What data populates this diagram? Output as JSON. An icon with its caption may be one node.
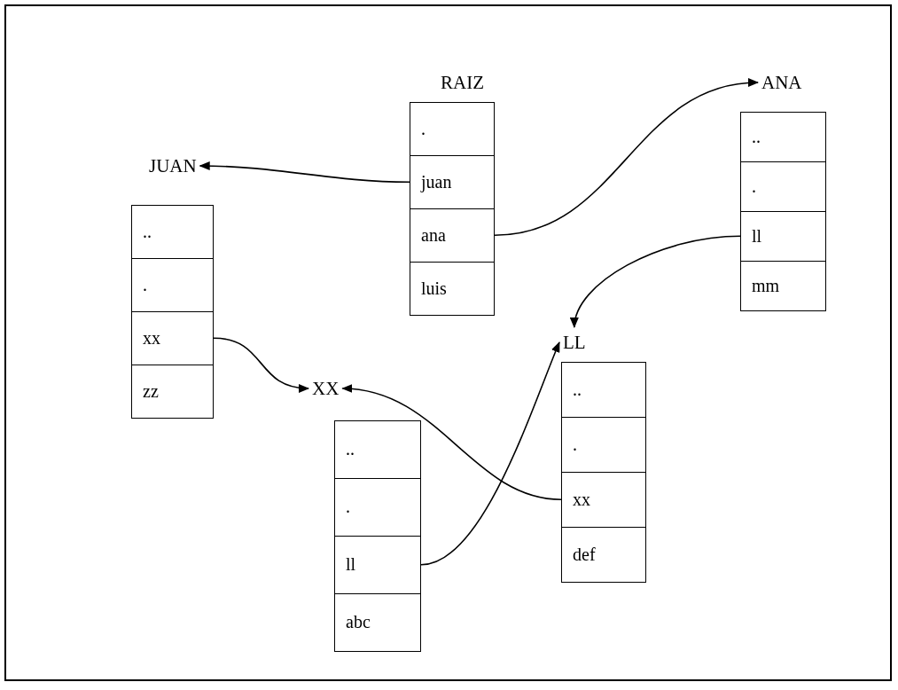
{
  "diagram": {
    "nodes": [
      {
        "text": [
          "RAIZ"
        ]
      },
      {
        "text": [
          "."
        ],
        "in": 0
      },
      {
        "text": [
          "juan"
        ],
        "in": 0
      },
      {
        "text": [
          "ana"
        ],
        "in": 0
      },
      {
        "text": [
          "luis"
        ],
        "in": 0
      },
      {
        "text": [
          "ANA"
        ]
      },
      {
        "text": [
          ".."
        ],
        "in": 5
      },
      {
        "text": [
          "."
        ],
        "in": 5
      },
      {
        "text": [
          "ll"
        ],
        "in": 5
      },
      {
        "text": [
          "mm"
        ],
        "in": 5
      },
      {
        "text": [
          "JUAN"
        ]
      },
      {
        "text": [
          ".."
        ],
        "in": 10
      },
      {
        "text": [
          "."
        ],
        "in": 10
      },
      {
        "text": [
          "xx"
        ],
        "in": 10
      },
      {
        "text": [
          "zz"
        ],
        "in": 10
      },
      {
        "text": [
          "LL"
        ]
      },
      {
        "text": [
          ".."
        ],
        "in": 15
      },
      {
        "text": [
          "."
        ],
        "in": 15
      },
      {
        "text": [
          "xx"
        ],
        "in": 15
      },
      {
        "text": [
          "def"
        ],
        "in": 15
      },
      {
        "text": [
          "XX"
        ]
      },
      {
        "text": [
          ".."
        ],
        "in": 20
      },
      {
        "text": [
          "."
        ],
        "in": 20
      },
      {
        "text": [
          "ll"
        ],
        "in": 20
      },
      {
        "text": [
          "abc"
        ],
        "in": 20
      }
    ],
    "edges": [
      {
        "from": 2,
        "to": 10,
        "arrow": "to"
      },
      {
        "from": 3,
        "to": 5,
        "arrow": "to"
      },
      {
        "from": 8,
        "to": 15,
        "arrow": "to"
      },
      {
        "from": 13,
        "to": 20,
        "arrow": "to"
      },
      {
        "from": 18,
        "to": 20,
        "arrow": "to"
      },
      {
        "from": 23,
        "to": 15,
        "arrow": "to"
      }
    ]
  }
}
